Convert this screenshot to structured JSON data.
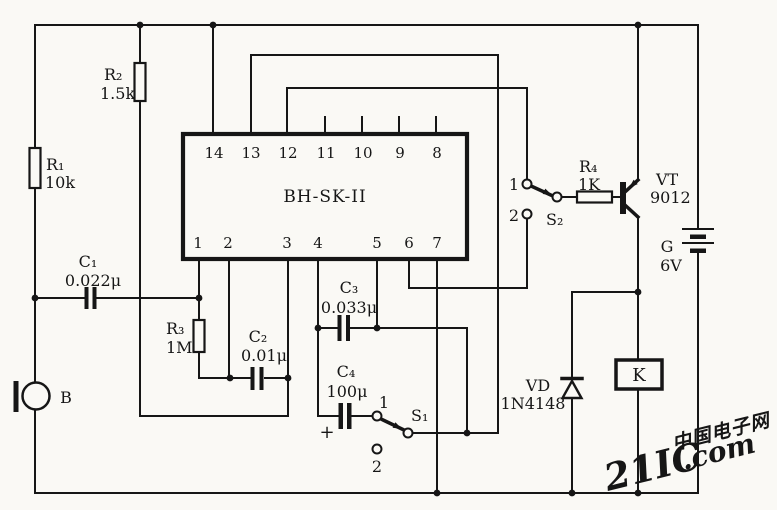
{
  "colors": {
    "ink": "#161616",
    "background": "#faf9f5",
    "watermark_red": "#ef9aa4",
    "watermark_blue": "#a9aed6"
  },
  "components": {
    "r1": {
      "ref": "R₁",
      "value": "10k"
    },
    "r2": {
      "ref": "R₂",
      "value": "1.5k"
    },
    "r3": {
      "ref": "R₃",
      "value": "1M"
    },
    "r4": {
      "ref": "R₄",
      "value": "1K"
    },
    "c1": {
      "ref": "C₁",
      "value": "0.022μ"
    },
    "c2": {
      "ref": "C₂",
      "value": "0.01μ"
    },
    "c3": {
      "ref": "C₃",
      "value": "0.033μ"
    },
    "c4": {
      "ref": "C₄",
      "value": "100μ",
      "polarity": "+"
    },
    "ic": {
      "label": "BH-SK-II",
      "pins_top": [
        "14",
        "13",
        "12",
        "11",
        "10",
        "9",
        "8"
      ],
      "pins_bottom": [
        "1",
        "2",
        "3",
        "4",
        "5",
        "6",
        "7"
      ]
    },
    "s1": {
      "ref": "S₁",
      "pos1": "1",
      "pos2": "2"
    },
    "s2": {
      "ref": "S₂",
      "pos1": "1",
      "pos2": "2"
    },
    "vt": {
      "ref": "VT",
      "value": "9012"
    },
    "vd": {
      "ref": "VD",
      "value": "1N4148"
    },
    "battery": {
      "ref": "G",
      "value": "6V"
    },
    "relay": {
      "ref": "K"
    },
    "mic": {
      "ref": "B"
    }
  },
  "watermark": {
    "site_cn": "中国电子网",
    "site_red": "21IC",
    "site_suffix": ".com"
  }
}
